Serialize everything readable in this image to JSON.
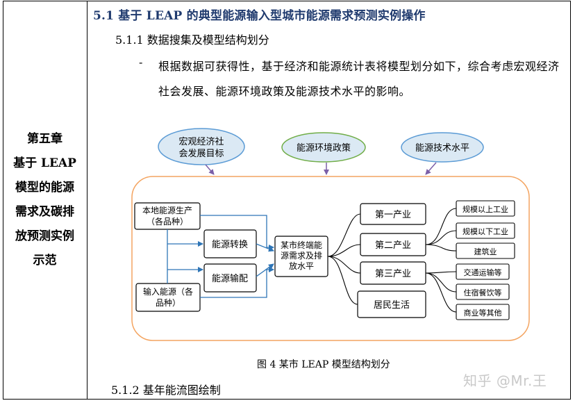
{
  "chapter": {
    "lines": [
      "第五章",
      "基于 LEAP",
      "模型的能源",
      "需求及碳排",
      "放预测实例",
      "示范"
    ]
  },
  "section": {
    "heading": "5.1  基于 LEAP 的典型能源输入型城市能源需求预测实例操作",
    "sub1": "5.1.1 数据搜集及模型结构划分",
    "bullet_dash": "-",
    "bullet_text": "根据数据可获得性，基于经济和能源统计表将模型划分如下，综合考虑宏观经济社会发展、能源环境政策及能源技术水平的影响。",
    "sub2": "5.1.2  基年能流图绘制"
  },
  "diagram": {
    "influences": {
      "macro_line1": "宏观经济社",
      "macro_line2": "会发展目标",
      "policy": "能源环境政策",
      "tech": "能源技术水平"
    },
    "sources": {
      "local_line1": "本地能源生产",
      "local_line2": "（各品种）",
      "import_line1": "输入能源（各",
      "import_line2": "品种）"
    },
    "processes": {
      "conversion": "能源转换",
      "distribution": "能源输配"
    },
    "center": {
      "line1": "某市终端能",
      "line2": "源需求及排",
      "line3": "放水平"
    },
    "sectors": {
      "primary": "第一产业",
      "secondary": "第二产业",
      "tertiary": "第三产业",
      "residential": "居民生活"
    },
    "subsectors": {
      "above_scale": "规模以上工业",
      "below_scale": "规模以下工业",
      "construction": "建筑业",
      "transport": "交通运输等",
      "lodging": "住宿餐饮等",
      "commerce": "商业等其他"
    },
    "colors": {
      "ellipse_fill": "#dbe9f4",
      "ellipse_macro_stroke": "#5b9bd5",
      "ellipse_policy_stroke": "#70ad47",
      "ellipse_tech_stroke": "#5b9bd5",
      "arrow_purple": "#7b5fa8",
      "flow_blue": "#2e75b6",
      "container_orange": "#f4a460"
    }
  },
  "caption": "图 4  某市 LEAP 模型结构划分",
  "watermark": "知乎 @Mr.王"
}
